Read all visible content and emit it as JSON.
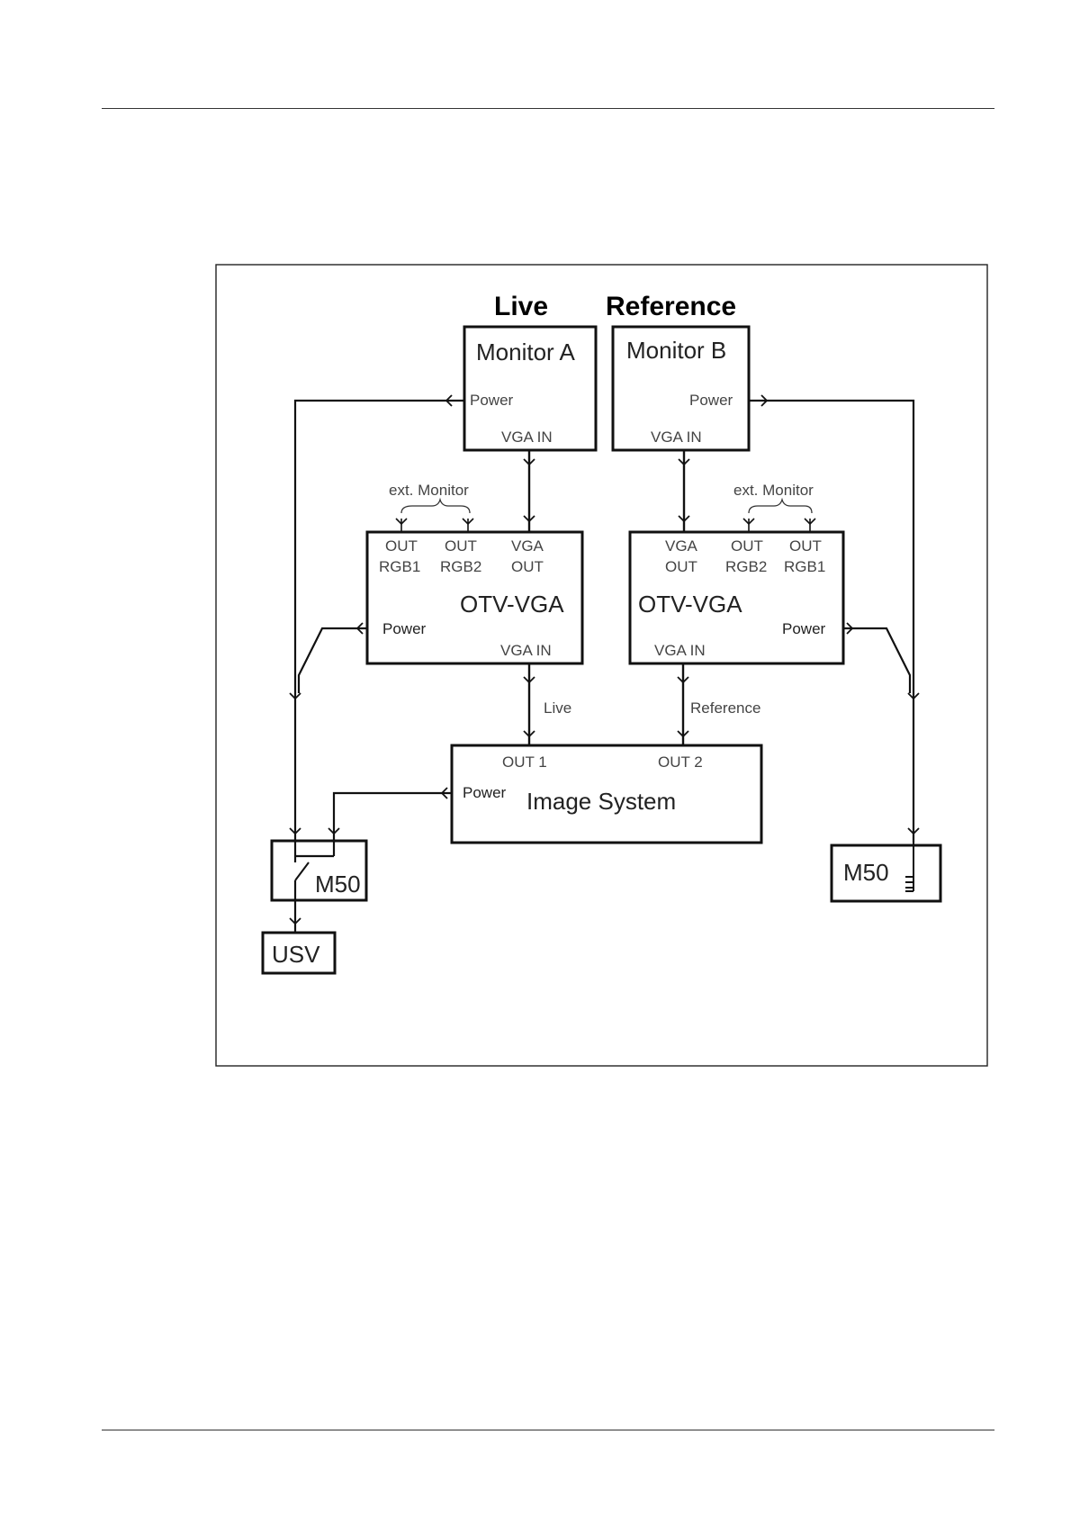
{
  "headings": {
    "live": "Live",
    "reference": "Reference"
  },
  "monitor_a": {
    "title": "Monitor A",
    "power": "Power",
    "vga_in": "VGA IN"
  },
  "monitor_b": {
    "title": "Monitor B",
    "power": "Power",
    "vga_in": "VGA IN"
  },
  "otv_left": {
    "title": "OTV-VGA",
    "out1_line1": "OUT",
    "out1_line2": "RGB1",
    "out2_line1": "OUT",
    "out2_line2": "RGB2",
    "vga_out_line1": "VGA",
    "vga_out_line2": "OUT",
    "power": "Power",
    "vga_in": "VGA IN",
    "ext_monitor": "ext. Monitor"
  },
  "otv_right": {
    "title": "OTV-VGA",
    "vga_out_line1": "VGA",
    "vga_out_line2": "OUT",
    "out2_line1": "OUT",
    "out2_line2": "RGB2",
    "out1_line1": "OUT",
    "out1_line2": "RGB1",
    "power": "Power",
    "vga_in": "VGA IN",
    "ext_monitor": "ext. Monitor"
  },
  "image_system": {
    "title": "Image System",
    "out1": "OUT 1",
    "out2": "OUT 2",
    "power": "Power"
  },
  "line_labels": {
    "live": "Live",
    "reference": "Reference"
  },
  "m50_left": {
    "label": "M50"
  },
  "m50_right": {
    "label": "M50"
  },
  "usv": {
    "label": "USV"
  }
}
